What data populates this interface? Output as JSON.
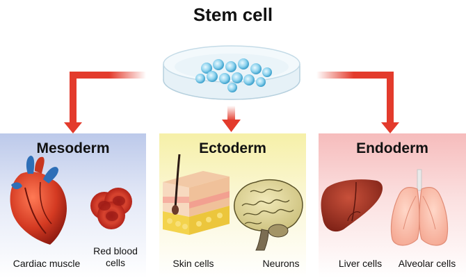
{
  "title": "Stem cell",
  "layers": [
    {
      "name": "Mesoderm",
      "cells": [
        "Cardiac muscle",
        "Red blood cells"
      ]
    },
    {
      "name": "Ectoderm",
      "cells": [
        "Skin cells",
        "Neurons"
      ]
    },
    {
      "name": "Endoderm",
      "cells": [
        "Liver cells",
        "Alveolar cells"
      ]
    }
  ],
  "red_blood_line1": "Red blood",
  "red_blood_line2": "cells",
  "colors": {
    "arrow": "#e33b2c",
    "mesoderm": "#bcc9ea",
    "ectoderm": "#f6f0a8",
    "endoderm": "#f6bcbc"
  },
  "icons": [
    "petri-dish-icon",
    "heart-icon",
    "red-blood-cells-icon",
    "skin-layer-icon",
    "brain-icon",
    "liver-icon",
    "lungs-icon"
  ]
}
